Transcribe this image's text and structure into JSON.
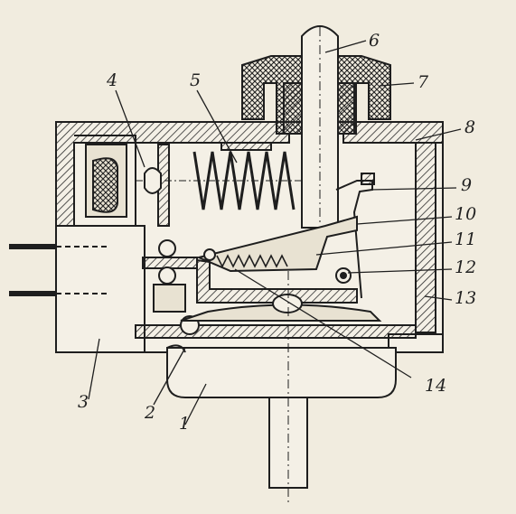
{
  "diagram": {
    "labels": {
      "l1": "1",
      "l2": "2",
      "l3": "3",
      "l4": "4",
      "l5": "5",
      "l6": "6",
      "l7": "7",
      "l8": "8",
      "l9": "9",
      "l10": "10",
      "l11": "11",
      "l12": "12",
      "l13": "13",
      "l14": "14"
    },
    "colors": {
      "paper": "#f1ecdf",
      "ink": "#1e1e1e",
      "hatch": "#2a2a2a",
      "shade": "#d9d3c4"
    }
  }
}
